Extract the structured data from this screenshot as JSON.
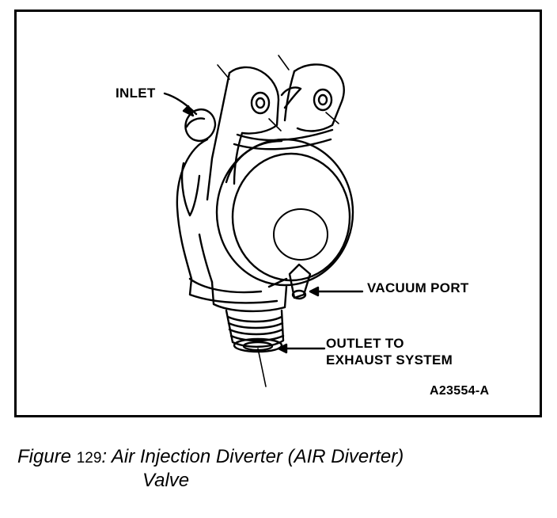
{
  "labels": {
    "inlet": "INLET",
    "vacuum_port": "VACUUM PORT",
    "outlet_line1": "OUTLET TO",
    "outlet_line2": "EXHAUST SYSTEM",
    "figure_id": "A23554-A"
  },
  "caption": {
    "prefix": "Figure",
    "number": "129",
    "title_line1": ": Air Injection Diverter (AIR Diverter)",
    "title_line2": "Valve"
  },
  "colors": {
    "ink": "#000000",
    "paper": "#ffffff"
  }
}
